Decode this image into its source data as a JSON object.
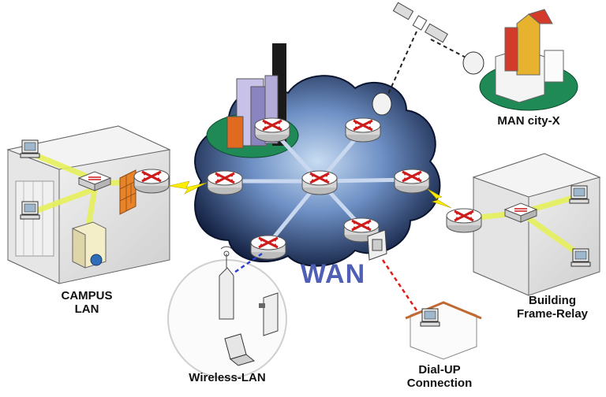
{
  "labels": {
    "wan": "WAN",
    "man_city": "MAN city-X",
    "campus_line1": "CAMPUS",
    "campus_line2": "LAN",
    "building_line1": "Building",
    "building_line2": "Frame-Relay",
    "wireless": "Wireless-LAN",
    "dialup_line1": "Dial-UP",
    "dialup_line2": "Connection"
  },
  "colors": {
    "cloud_dark": "#0e1a3a",
    "cloud_mid": "#4a6fa8",
    "cloud_light": "#a9c6e8",
    "router": "#ffffff",
    "router_arrow": "#cc1c1c",
    "lan_link": "#e6f05a",
    "wan_link": "#ffee00",
    "firewall": "#e8832a",
    "wan_label": "#4e5fb5"
  },
  "icons": [
    "router-icon",
    "satellite-icon",
    "firewall-icon",
    "server-icon",
    "workstation-icon",
    "antenna-icon",
    "laptop-icon",
    "modem-icon",
    "lightning-link-icon"
  ]
}
